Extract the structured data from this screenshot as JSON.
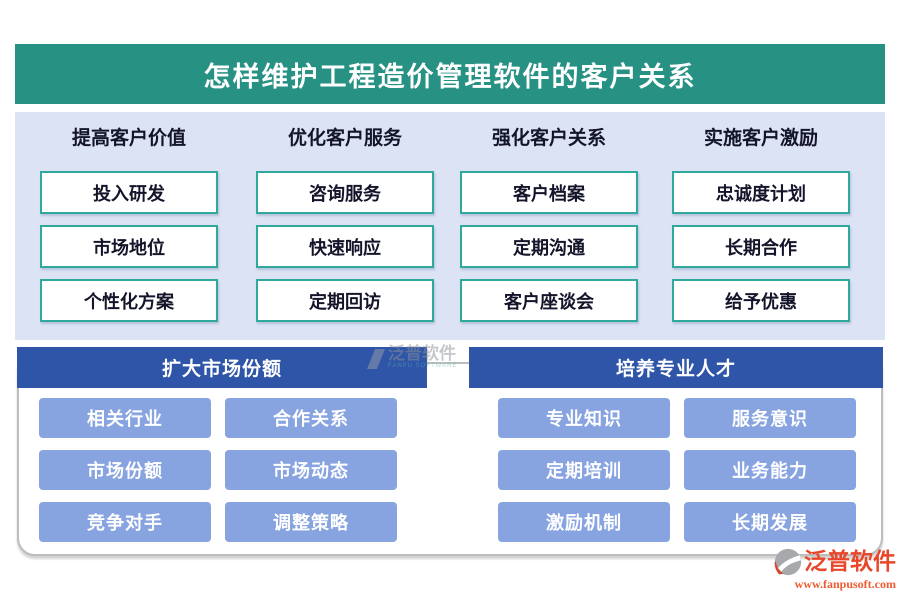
{
  "title": "怎样维护工程造价管理软件的客户关系",
  "colors": {
    "title_bg": "#279183",
    "panel_bg": "#dce3f5",
    "white_button_border": "#2fa99c",
    "group_header_bg": "#2e55a7",
    "blue_button_bg": "#87a3e0",
    "dark_text": "#14142a",
    "logo_red": "#e8472b"
  },
  "top_section": {
    "columns": [
      {
        "header": "提高客户价值",
        "items": [
          "投入研发",
          "市场地位",
          "个性化方案"
        ]
      },
      {
        "header": "优化客户服务",
        "items": [
          "咨询服务",
          "快速响应",
          "定期回访"
        ]
      },
      {
        "header": "强化客户关系",
        "items": [
          "客户档案",
          "定期沟通",
          "客户座谈会"
        ]
      },
      {
        "header": "实施客户激励",
        "items": [
          "忠诚度计划",
          "长期合作",
          "给予优惠"
        ]
      }
    ]
  },
  "bottom_section": {
    "groups": [
      {
        "header": "扩大市场份额",
        "items": [
          "相关行业",
          "合作关系",
          "市场份额",
          "市场动态",
          "竞争对手",
          "调整策略"
        ]
      },
      {
        "header": "培养专业人才",
        "items": [
          "专业知识",
          "服务意识",
          "定期培训",
          "业务能力",
          "激励机制",
          "长期发展"
        ]
      }
    ]
  },
  "watermark": {
    "name": "泛普软件",
    "subtitle": "FANPU SOFTWARE"
  },
  "logo": {
    "name": "泛普软件",
    "url_text": "www.fanpusoft.com"
  }
}
